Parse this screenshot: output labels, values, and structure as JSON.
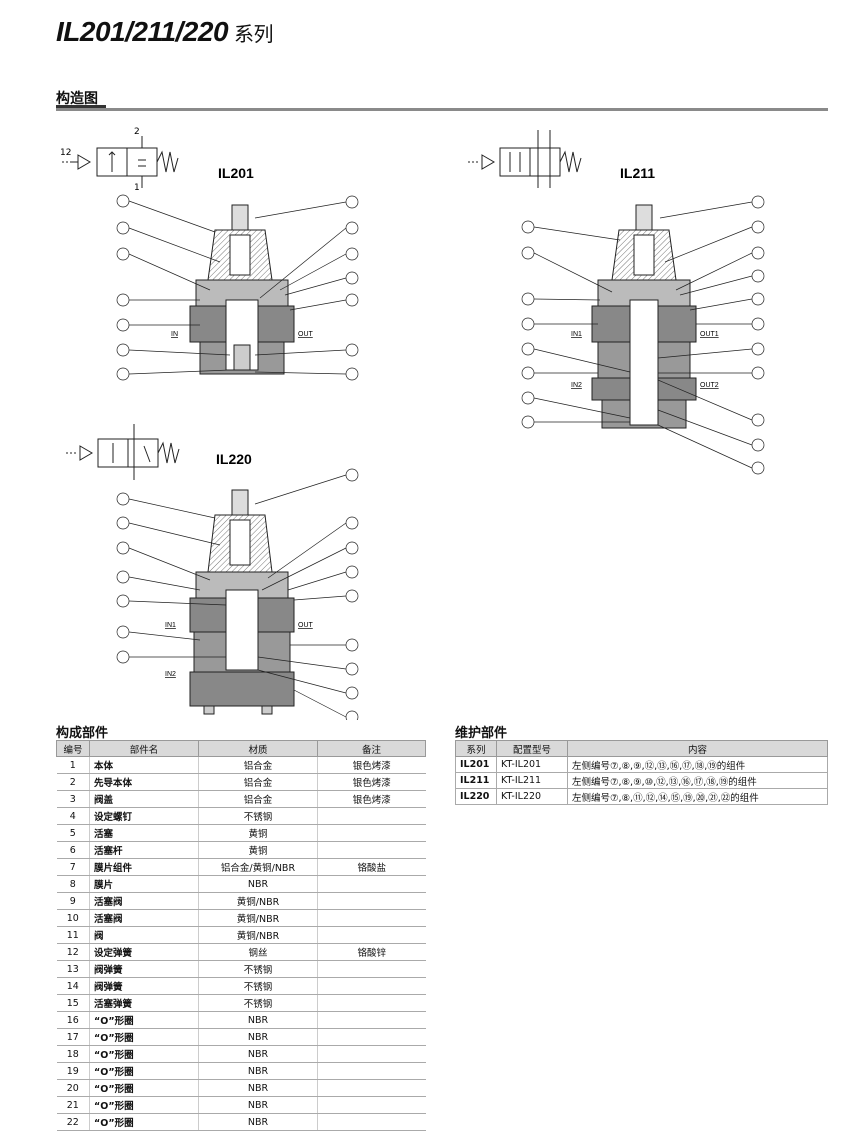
{
  "title": {
    "main": "IL201/211/220",
    "suffix": "系列"
  },
  "section": "构造图",
  "diagrams": {
    "il201": {
      "label": "IL201",
      "port_in": "IN",
      "port_out": "OUT",
      "sym_12": "12",
      "sym_2": "2",
      "sym_1": "1"
    },
    "il211": {
      "label": "IL211",
      "port_in1": "IN1",
      "port_out1": "OUT1",
      "port_in2": "IN2",
      "port_out2": "OUT2"
    },
    "il220": {
      "label": "IL220",
      "port_in1": "IN1",
      "port_out": "OUT",
      "port_in2": "IN2"
    }
  },
  "parts_table": {
    "title": "构成部件",
    "headers": [
      "编号",
      "部件名",
      "材质",
      "备注"
    ],
    "rows": [
      [
        "1",
        "本体",
        "铝合金",
        "银色烤漆"
      ],
      [
        "2",
        "先导本体",
        "铝合金",
        "银色烤漆"
      ],
      [
        "3",
        "阀盖",
        "铝合金",
        "银色烤漆"
      ],
      [
        "4",
        "设定螺钉",
        "不锈钢",
        ""
      ],
      [
        "5",
        "活塞",
        "黄铜",
        ""
      ],
      [
        "6",
        "活塞杆",
        "黄铜",
        ""
      ],
      [
        "7",
        "膜片组件",
        "铝合金/黄铜/NBR",
        "铬酸盐"
      ],
      [
        "8",
        "膜片",
        "NBR",
        ""
      ],
      [
        "9",
        "活塞阀",
        "黄铜/NBR",
        ""
      ],
      [
        "10",
        "活塞阀",
        "黄铜/NBR",
        ""
      ],
      [
        "11",
        "阀",
        "黄铜/NBR",
        ""
      ],
      [
        "12",
        "设定弹簧",
        "钢丝",
        "铬酸锌"
      ],
      [
        "13",
        "阀弹簧",
        "不锈钢",
        ""
      ],
      [
        "14",
        "阀弹簧",
        "不锈钢",
        ""
      ],
      [
        "15",
        "活塞弹簧",
        "不锈钢",
        ""
      ],
      [
        "16",
        "“O”形圈",
        "NBR",
        ""
      ],
      [
        "17",
        "“O”形圈",
        "NBR",
        ""
      ],
      [
        "18",
        "“O”形圈",
        "NBR",
        ""
      ],
      [
        "19",
        "“O”形圈",
        "NBR",
        ""
      ],
      [
        "20",
        "“O”形圈",
        "NBR",
        ""
      ],
      [
        "21",
        "“O”形圈",
        "NBR",
        ""
      ],
      [
        "22",
        "“O”形圈",
        "NBR",
        ""
      ]
    ]
  },
  "maint_table": {
    "title": "维护部件",
    "headers": [
      "系列",
      "配置型号",
      "内容"
    ],
    "rows": [
      [
        "IL201",
        "KT-IL201",
        "左侧编号⑦,⑧,⑨,⑫,⑬,⑯,⑰,⑱,⑲的组件"
      ],
      [
        "IL211",
        "KT-IL211",
        "左侧编号⑦,⑧,⑨,⑩,⑫,⑬,⑯,⑰,⑱,⑲的组件"
      ],
      [
        "IL220",
        "KT-IL220",
        "左侧编号⑦,⑧,⑪,⑫,⑭,⑮,⑲,⑳,㉑,㉒的组件"
      ]
    ]
  }
}
